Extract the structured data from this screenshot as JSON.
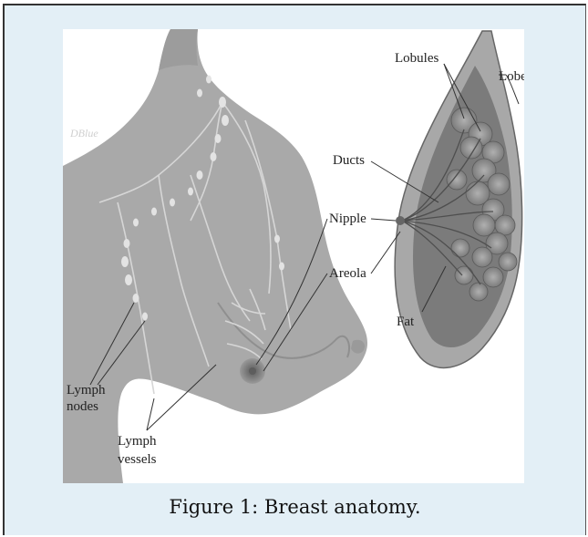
{
  "figure": {
    "caption": "Figure 1: Breast anatomy.",
    "watermark": "DBlue",
    "labels": {
      "lobules": "Lobules",
      "lobe": "Lobe",
      "ducts": "Ducts",
      "nipple": "Nipple",
      "areola": "Areola",
      "fat": "Fat",
      "lymph_nodes_1": "Lymph",
      "lymph_nodes_2": "nodes",
      "lymph_vessels_1": "Lymph",
      "lymph_vessels_2": "vessels"
    }
  },
  "colors": {
    "frame_background": "#e3eff6",
    "body_gray": "#a9a9a9",
    "lobule_gray": "#8a8a8a",
    "areola": "#666666"
  }
}
